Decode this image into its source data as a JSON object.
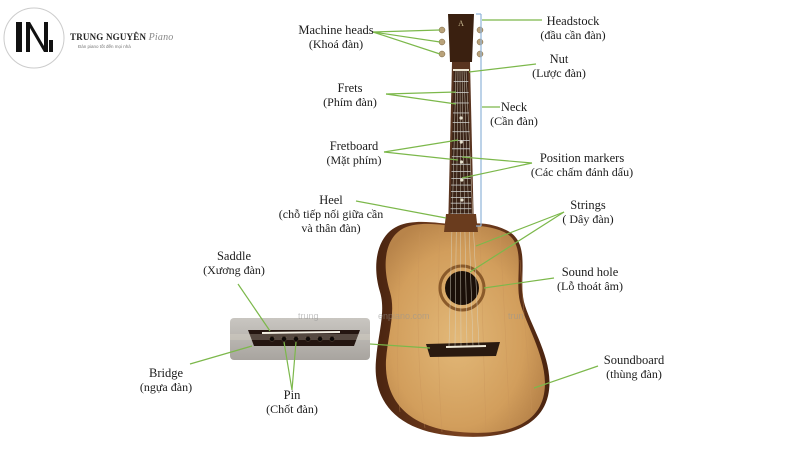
{
  "brand": {
    "name": "TRUNG NGUYÊN",
    "name_suffix": "Piano",
    "tagline": "Đàn piano tốt đến mọi nhà"
  },
  "watermark": [
    "trung",
    "enpiano.com",
    "trun"
  ],
  "colors": {
    "leader_line": "#7cb84b",
    "neck_bracket": "#8fb3d9",
    "top_wood": "#d6a868",
    "side_wood": "#6b3a1a",
    "fretboard": "#3b2418"
  },
  "labels": {
    "machine_heads": {
      "title": "Machine heads",
      "sub": "(Khoá đàn)"
    },
    "headstock": {
      "title": "Headstock",
      "sub": "(đầu cần đàn)"
    },
    "nut": {
      "title": "Nut",
      "sub": "(Lược đàn)"
    },
    "frets": {
      "title": "Frets",
      "sub": "(Phím đàn)"
    },
    "neck": {
      "title": "Neck",
      "sub": "(Cần đàn)"
    },
    "fretboard": {
      "title": "Fretboard",
      "sub": "(Mặt phím)"
    },
    "position_markers": {
      "title": "Position markers",
      "sub": "(Các chấm đánh dấu)"
    },
    "heel": {
      "title": "Heel",
      "sub": "(chỗ tiếp nối giữa cần",
      "sub2": "và thân đàn)"
    },
    "strings": {
      "title": "Strings",
      "sub": "( Dây đàn)"
    },
    "saddle": {
      "title": "Saddle",
      "sub": "(Xương đàn)"
    },
    "sound_hole": {
      "title": "Sound hole",
      "sub": "(Lỗ thoát âm)"
    },
    "bridge": {
      "title": "Bridge",
      "sub": "(ngựa đàn)"
    },
    "soundboard": {
      "title": "Soundboard",
      "sub": "(thùng đàn)"
    },
    "pin": {
      "title": "Pin",
      "sub": "(Chốt đàn)"
    }
  }
}
